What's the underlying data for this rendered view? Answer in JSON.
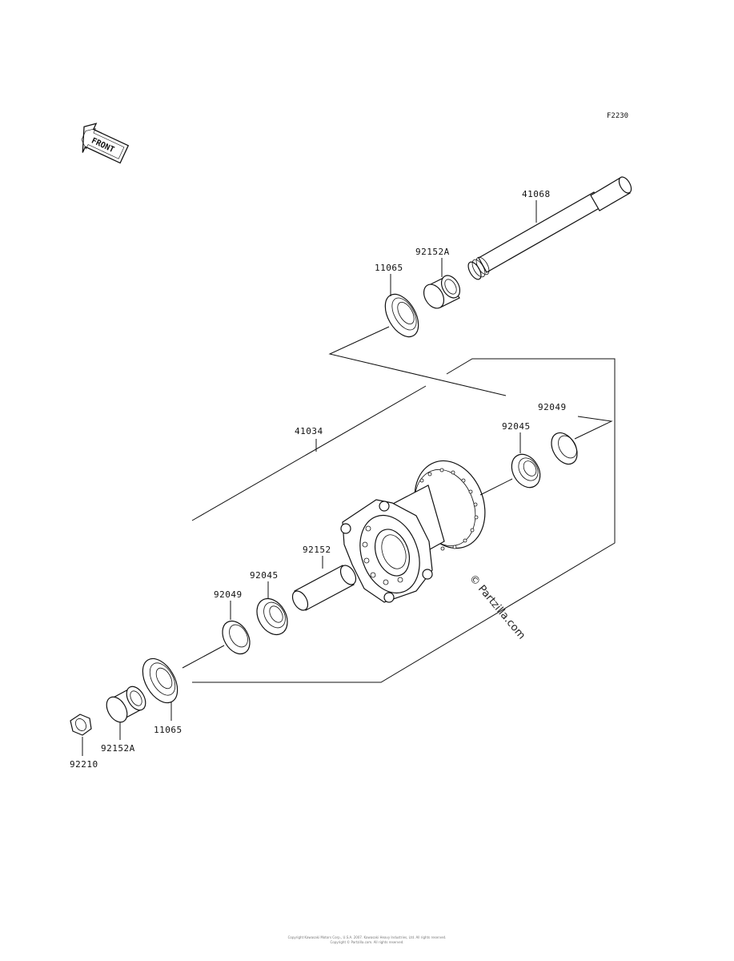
{
  "figure_code": "F2230",
  "front_label": "FRONT",
  "watermark": "© Partzilla.com",
  "footer": {
    "line1": "Copyright Kawasaki Motors Corp., U.S.A. 2007. Kawasaki Heavy Industries, Ltd. All rights reserved.",
    "line2": "Copyright © Partzilla.com. All rights reserved."
  },
  "callouts": [
    {
      "id": "axle",
      "label": "41068"
    },
    {
      "id": "collar-top",
      "label": "92152A"
    },
    {
      "id": "seal-top",
      "label": "11065"
    },
    {
      "id": "hub",
      "label": "41034"
    },
    {
      "id": "seal-right",
      "label": "92049"
    },
    {
      "id": "bearing-right",
      "label": "92045"
    },
    {
      "id": "spacer",
      "label": "92152"
    },
    {
      "id": "bearing-left",
      "label": "92045"
    },
    {
      "id": "seal-left",
      "label": "92049"
    },
    {
      "id": "seal-bottom",
      "label": "11065"
    },
    {
      "id": "collar-bottom",
      "label": "92152A"
    },
    {
      "id": "nut",
      "label": "92210"
    }
  ]
}
